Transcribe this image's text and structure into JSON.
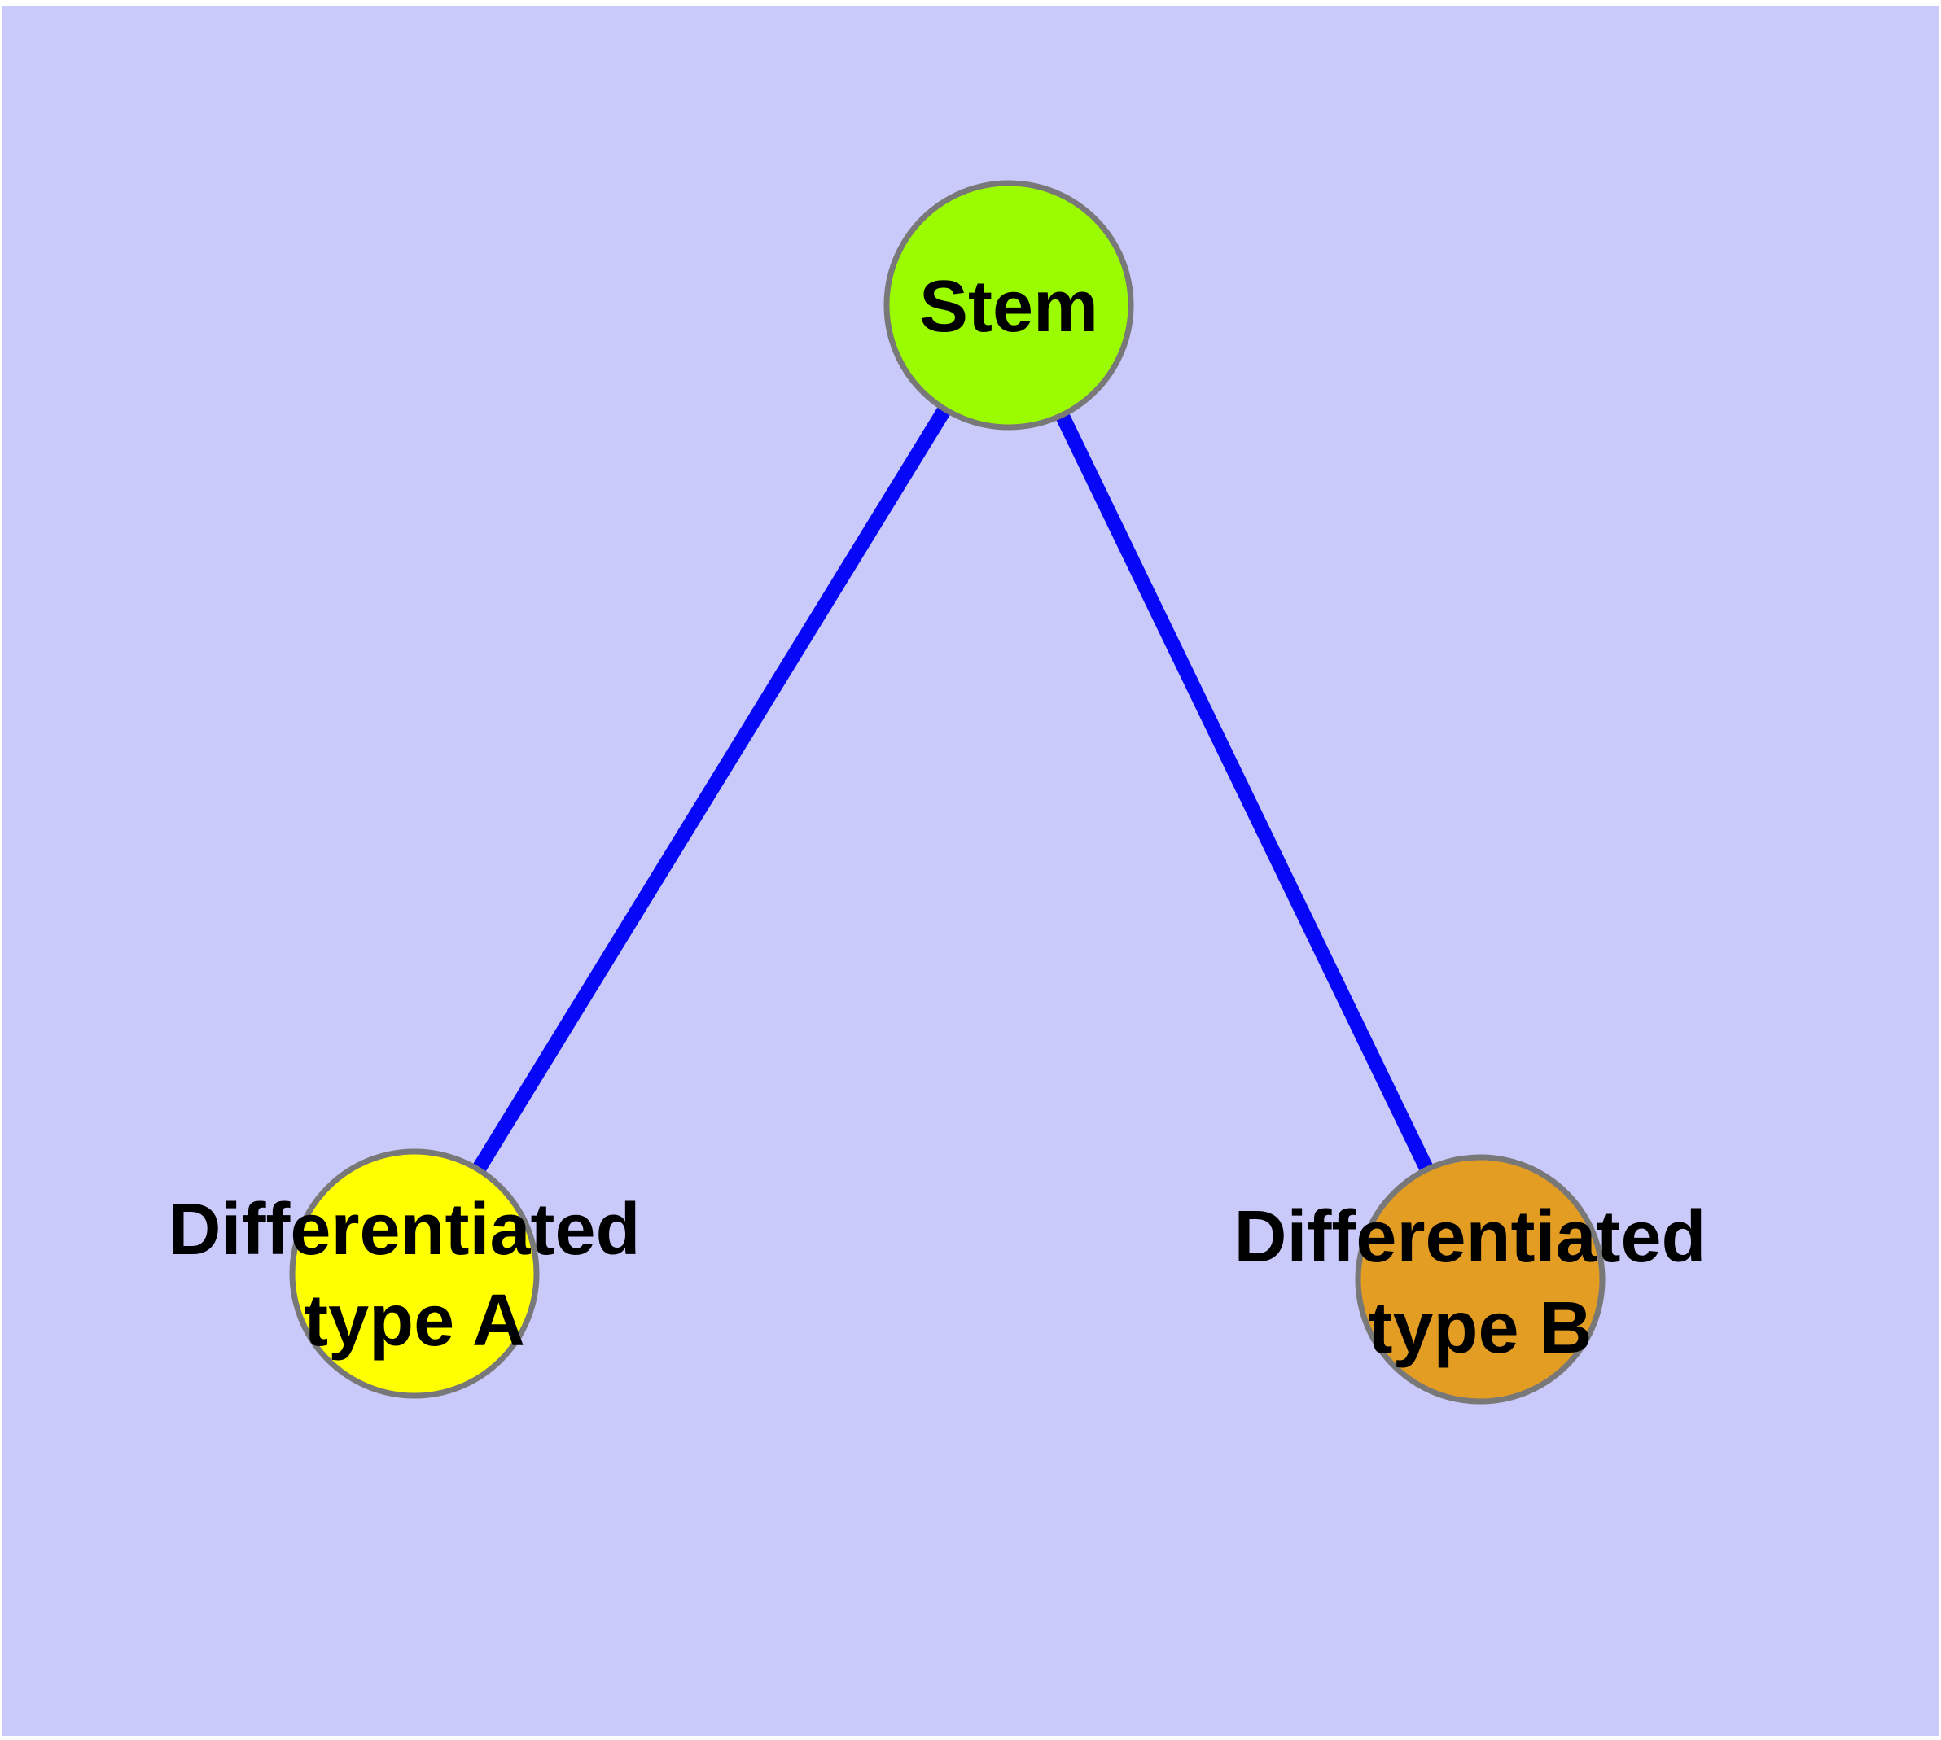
{
  "diagram": {
    "background_color": "#c9c9fa",
    "frame_color": "#ffffff",
    "edge_color": "#0707f8",
    "node_border_color": "#787878",
    "label_color": "#000000",
    "nodes": [
      {
        "id": "stem",
        "label": "Stem",
        "label_lines": [
          "Stem"
        ],
        "color": "#9bfb00"
      },
      {
        "id": "differentiated-type-a",
        "label": "Differentiated type A",
        "label_lines": [
          "Differentiated",
          "type A"
        ],
        "color": "#ffff00"
      },
      {
        "id": "differentiated-type-b",
        "label": "Differentiated type B",
        "label_lines": [
          "Differentiated",
          "type B"
        ],
        "color": "#e49d23"
      }
    ],
    "edges": [
      {
        "from": "Stem",
        "to": "Differentiated type A"
      },
      {
        "from": "Stem",
        "to": "Differentiated type B"
      }
    ]
  }
}
